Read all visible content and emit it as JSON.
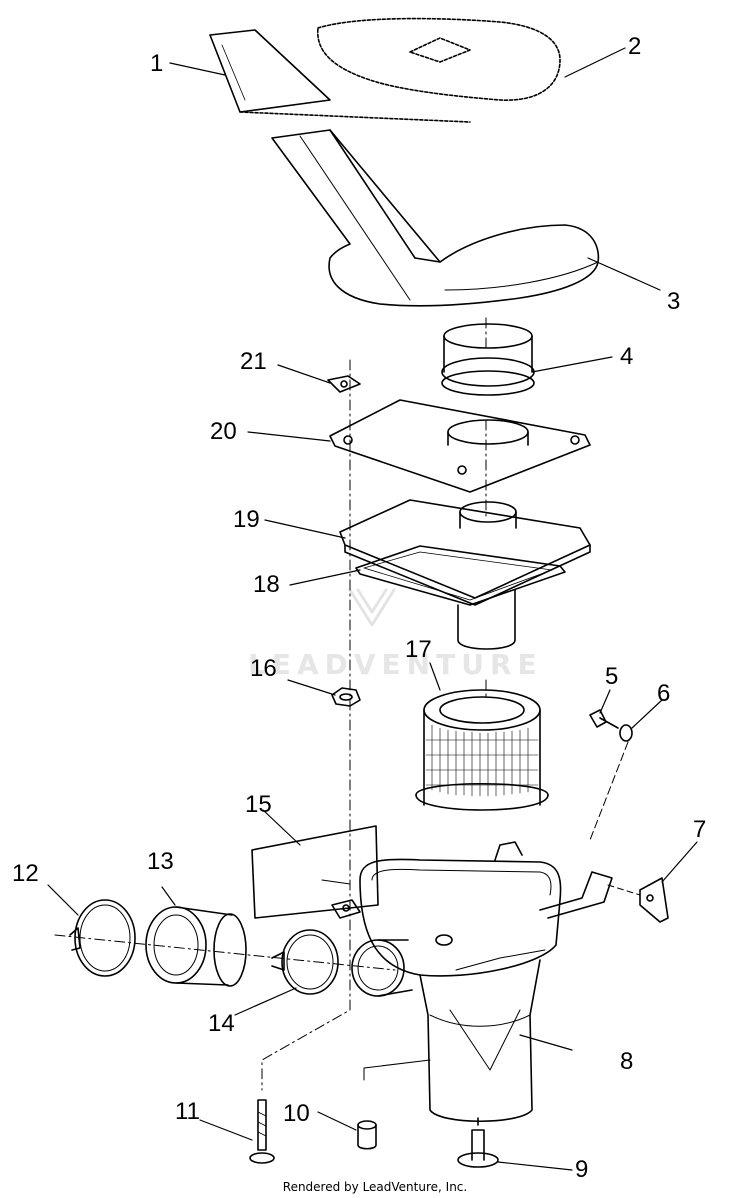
{
  "watermark": "LEADVENTURE",
  "footer": "Rendered by LeadVenture, Inc.",
  "callouts": {
    "c1": "1",
    "c2": "2",
    "c3": "3",
    "c4": "4",
    "c5": "5",
    "c6": "6",
    "c7": "7",
    "c8": "8",
    "c9": "9",
    "c10": "10",
    "c11": "11",
    "c12": "12",
    "c13": "13",
    "c14": "14",
    "c15": "15",
    "c16": "16",
    "c17": "17",
    "c18": "18",
    "c19": "19",
    "c20": "20",
    "c21": "21"
  },
  "icons": [
    "leadventure-logo-icon"
  ]
}
